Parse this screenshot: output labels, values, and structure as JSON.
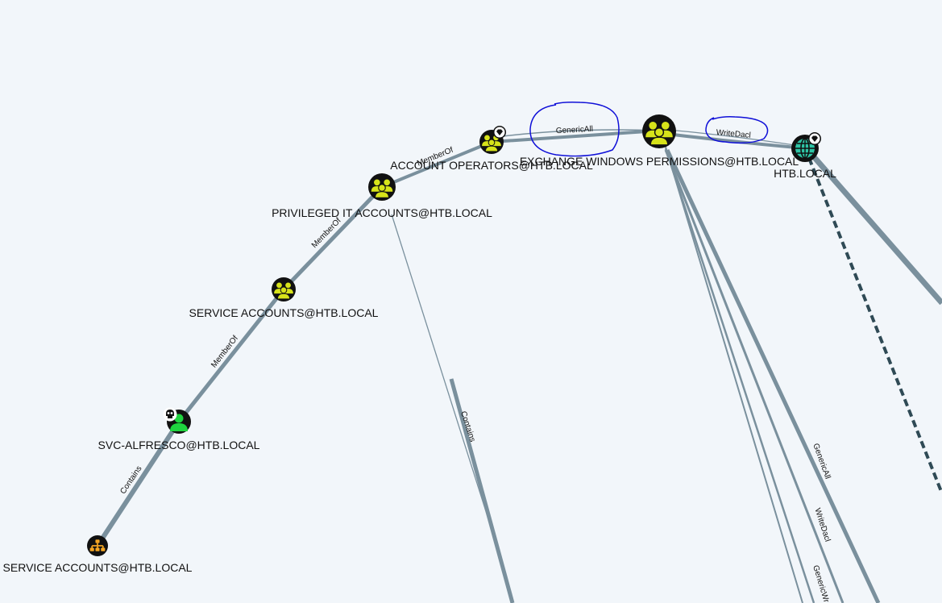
{
  "colors": {
    "background": "#f2f6fa",
    "edge": "#7a909d",
    "edge_dashed": "#2f4a55",
    "node_fill": "#111111",
    "group_icon": "#d7e31a",
    "user_icon": "#1fd33f",
    "ou_icon": "#f5a623",
    "domain_icon": "#2ec4a5",
    "annotation_ink": "#1010d8"
  },
  "nodes": [
    {
      "id": "svc_accounts_ou",
      "label": "SERVICE ACCOUNTS@HTB.LOCAL",
      "icon": "ou-icon"
    },
    {
      "id": "svc_alfresco",
      "label": "SVC-ALFRESCO@HTB.LOCAL",
      "icon": "user-icon",
      "badge": "skull-icon"
    },
    {
      "id": "svc_accounts_grp",
      "label": "SERVICE ACCOUNTS@HTB.LOCAL",
      "icon": "group-icon"
    },
    {
      "id": "priv_it",
      "label": "PRIVILEGED IT ACCOUNTS@HTB.LOCAL",
      "icon": "group-icon"
    },
    {
      "id": "acct_ops",
      "label": "ACCOUNT OPERATORS@HTB.LOCAL",
      "icon": "group-icon",
      "badge": "diamond-icon"
    },
    {
      "id": "exch_win",
      "label": "EXCHANGE WINDOWS PERMISSIONS@HTB.LOCAL",
      "icon": "group-icon"
    },
    {
      "id": "htb_local",
      "label": "HTB.LOCAL",
      "icon": "domain-icon",
      "badge": "diamond-icon"
    }
  ],
  "edges": [
    {
      "from": "svc_accounts_ou",
      "to": "svc_alfresco",
      "label": "Contains"
    },
    {
      "from": "svc_alfresco",
      "to": "svc_accounts_grp",
      "label": "MemberOf"
    },
    {
      "from": "svc_accounts_grp",
      "to": "priv_it",
      "label": "MemberOf"
    },
    {
      "from": "priv_it",
      "to": "acct_ops",
      "label": "MemberOf"
    },
    {
      "from": "acct_ops",
      "to": "exch_win",
      "label": "GenericAll"
    },
    {
      "from": "exch_win",
      "to": "htb_local",
      "label": "WriteDacl"
    },
    {
      "from": "priv_it",
      "to": "offscreen",
      "label": "Contains"
    },
    {
      "from": "exch_win",
      "to": "offscreen",
      "label": "GenericAll"
    },
    {
      "from": "exch_win",
      "to": "offscreen",
      "label": "WriteDacl"
    },
    {
      "from": "exch_win",
      "to": "offscreen",
      "label": "GenericWr"
    },
    {
      "from": "exch_win",
      "to": "offscreen",
      "label": ""
    },
    {
      "from": "htb_local",
      "to": "offscreen",
      "label": ""
    },
    {
      "from": "htb_local",
      "to": "offscreen",
      "label": ""
    }
  ]
}
